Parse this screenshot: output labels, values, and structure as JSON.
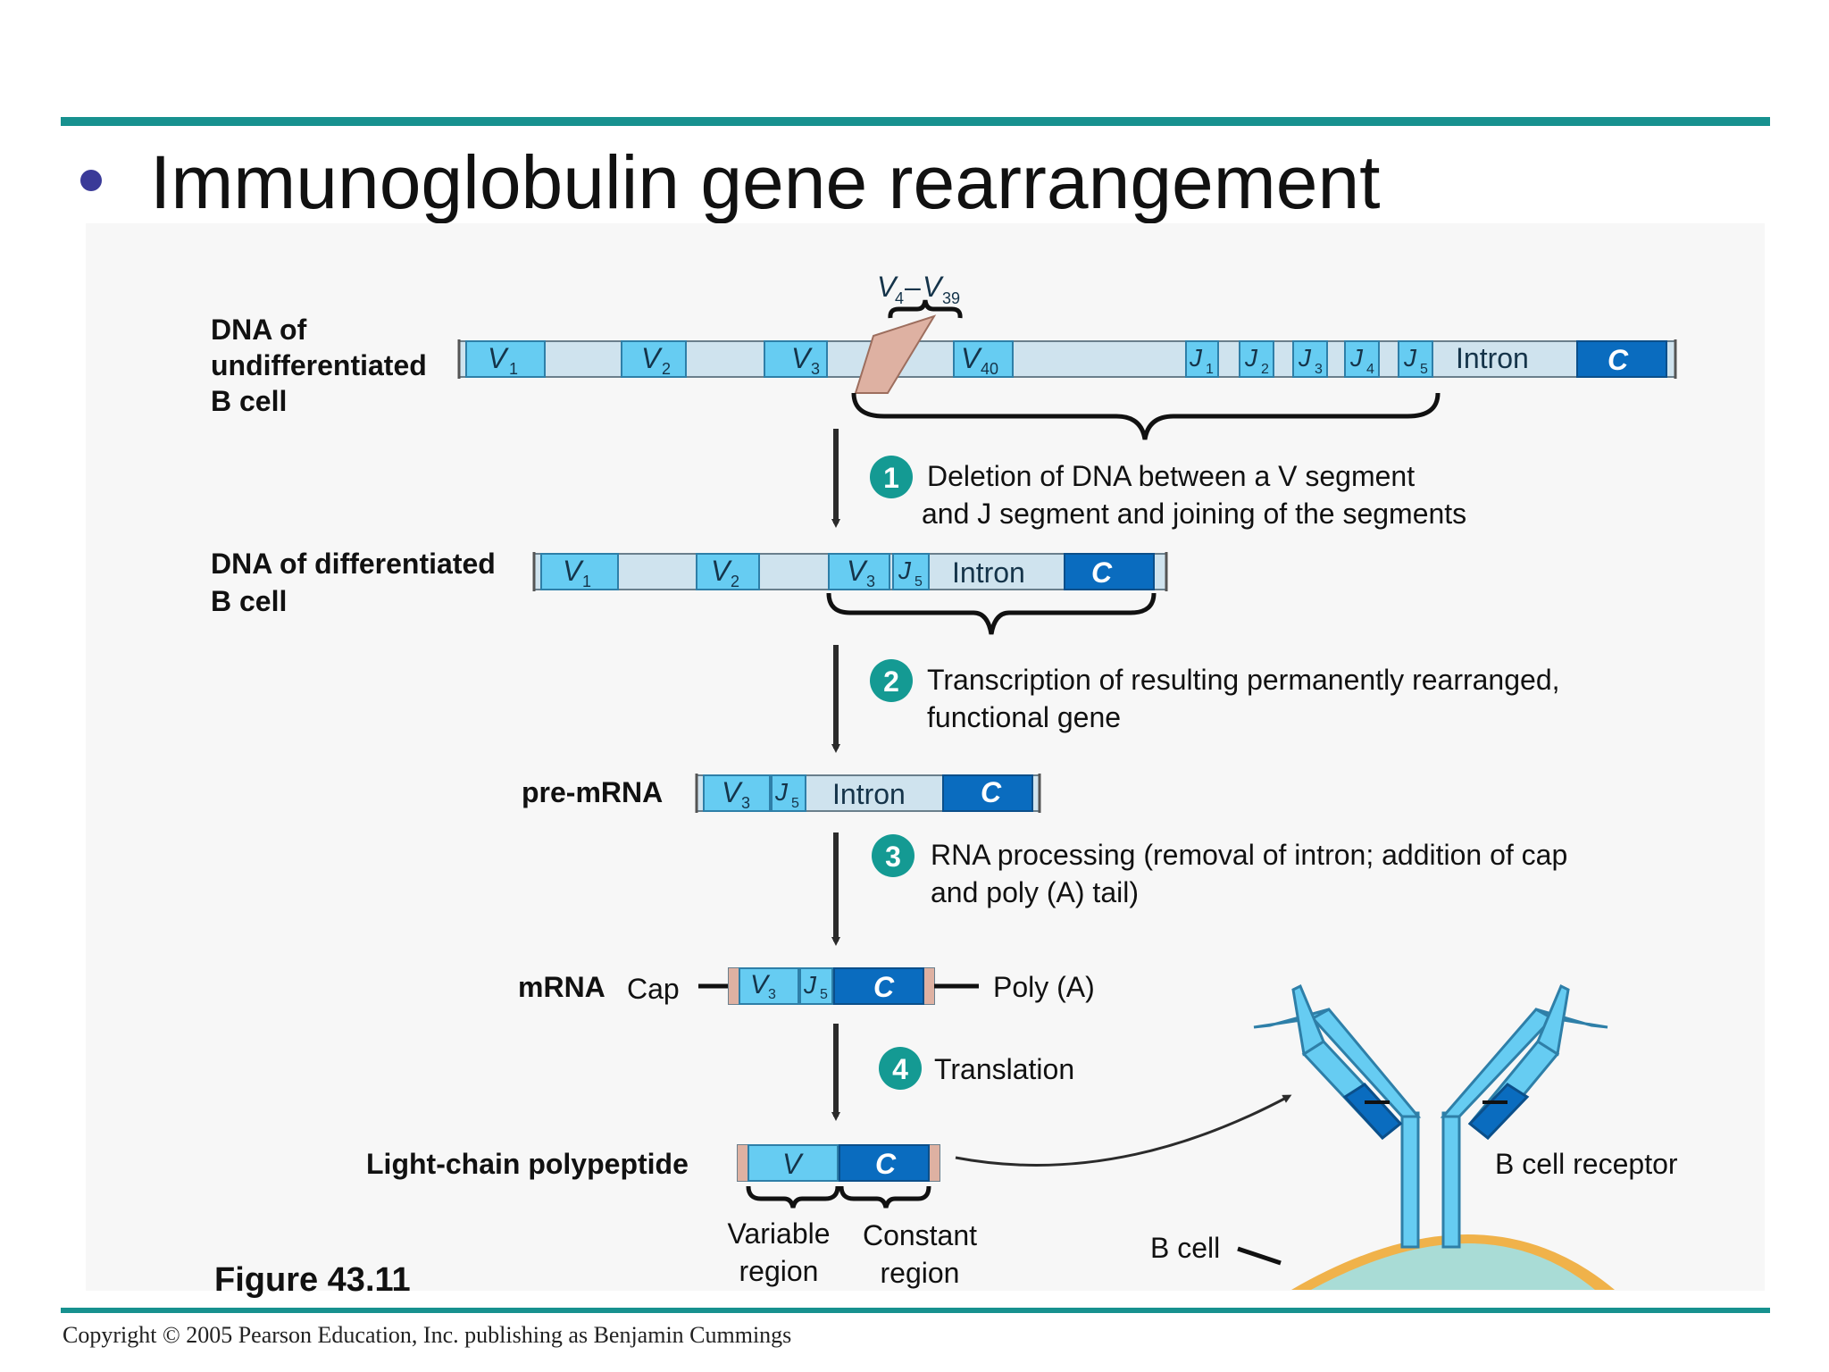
{
  "slide": {
    "title": "Immunoglobulin gene rearrangement",
    "figure_label": "Figure 43.11",
    "copyright": "Copyright © 2005 Pearson Education, Inc. publishing as Benjamin Cummings"
  },
  "colors": {
    "accent": "#17918f",
    "bullet": "#3a3a98",
    "segment_light": "#66ccf2",
    "segment_dark": "#0a6cbf",
    "spacer": "#cfe3ee",
    "end_tag": "#d9a796",
    "step_circle": "#149a93"
  },
  "rows": {
    "dna_undiff": {
      "label_lines": [
        "DNA of",
        "undifferentiated",
        "B cell"
      ],
      "brace_label": "V",
      "brace_sub_a": "4",
      "brace_dash": "–",
      "brace_sub_b": "39"
    },
    "dna_diff": {
      "label_lines": [
        "DNA of differentiated",
        "B cell"
      ]
    },
    "pre_mrna": {
      "label": "pre-mRNA"
    },
    "mrna": {
      "label": "mRNA",
      "cap": "Cap",
      "poly_a": "Poly (A)"
    },
    "polypeptide": {
      "label": "Light-chain polypeptide",
      "variable": [
        "Variable",
        "region"
      ],
      "constant": [
        "Constant",
        "region"
      ]
    }
  },
  "segments": {
    "v": "V",
    "j": "J",
    "c": "C",
    "intron": "Intron",
    "sub1": "1",
    "sub2": "2",
    "sub3": "3",
    "sub4": "4",
    "sub5": "5",
    "sub40": "40"
  },
  "steps": [
    {
      "num": "1",
      "lines": [
        "Deletion of DNA between a V segment",
        "and J segment and joining of the segments"
      ]
    },
    {
      "num": "2",
      "lines": [
        "Transcription of resulting permanently rearranged,",
        "functional gene"
      ]
    },
    {
      "num": "3",
      "lines": [
        "RNA processing (removal of intron; addition of cap",
        "and poly (A) tail)"
      ]
    },
    {
      "num": "4",
      "lines": [
        "Translation"
      ]
    }
  ],
  "receptor": {
    "label": "B cell receptor",
    "cell_label": "B cell"
  }
}
